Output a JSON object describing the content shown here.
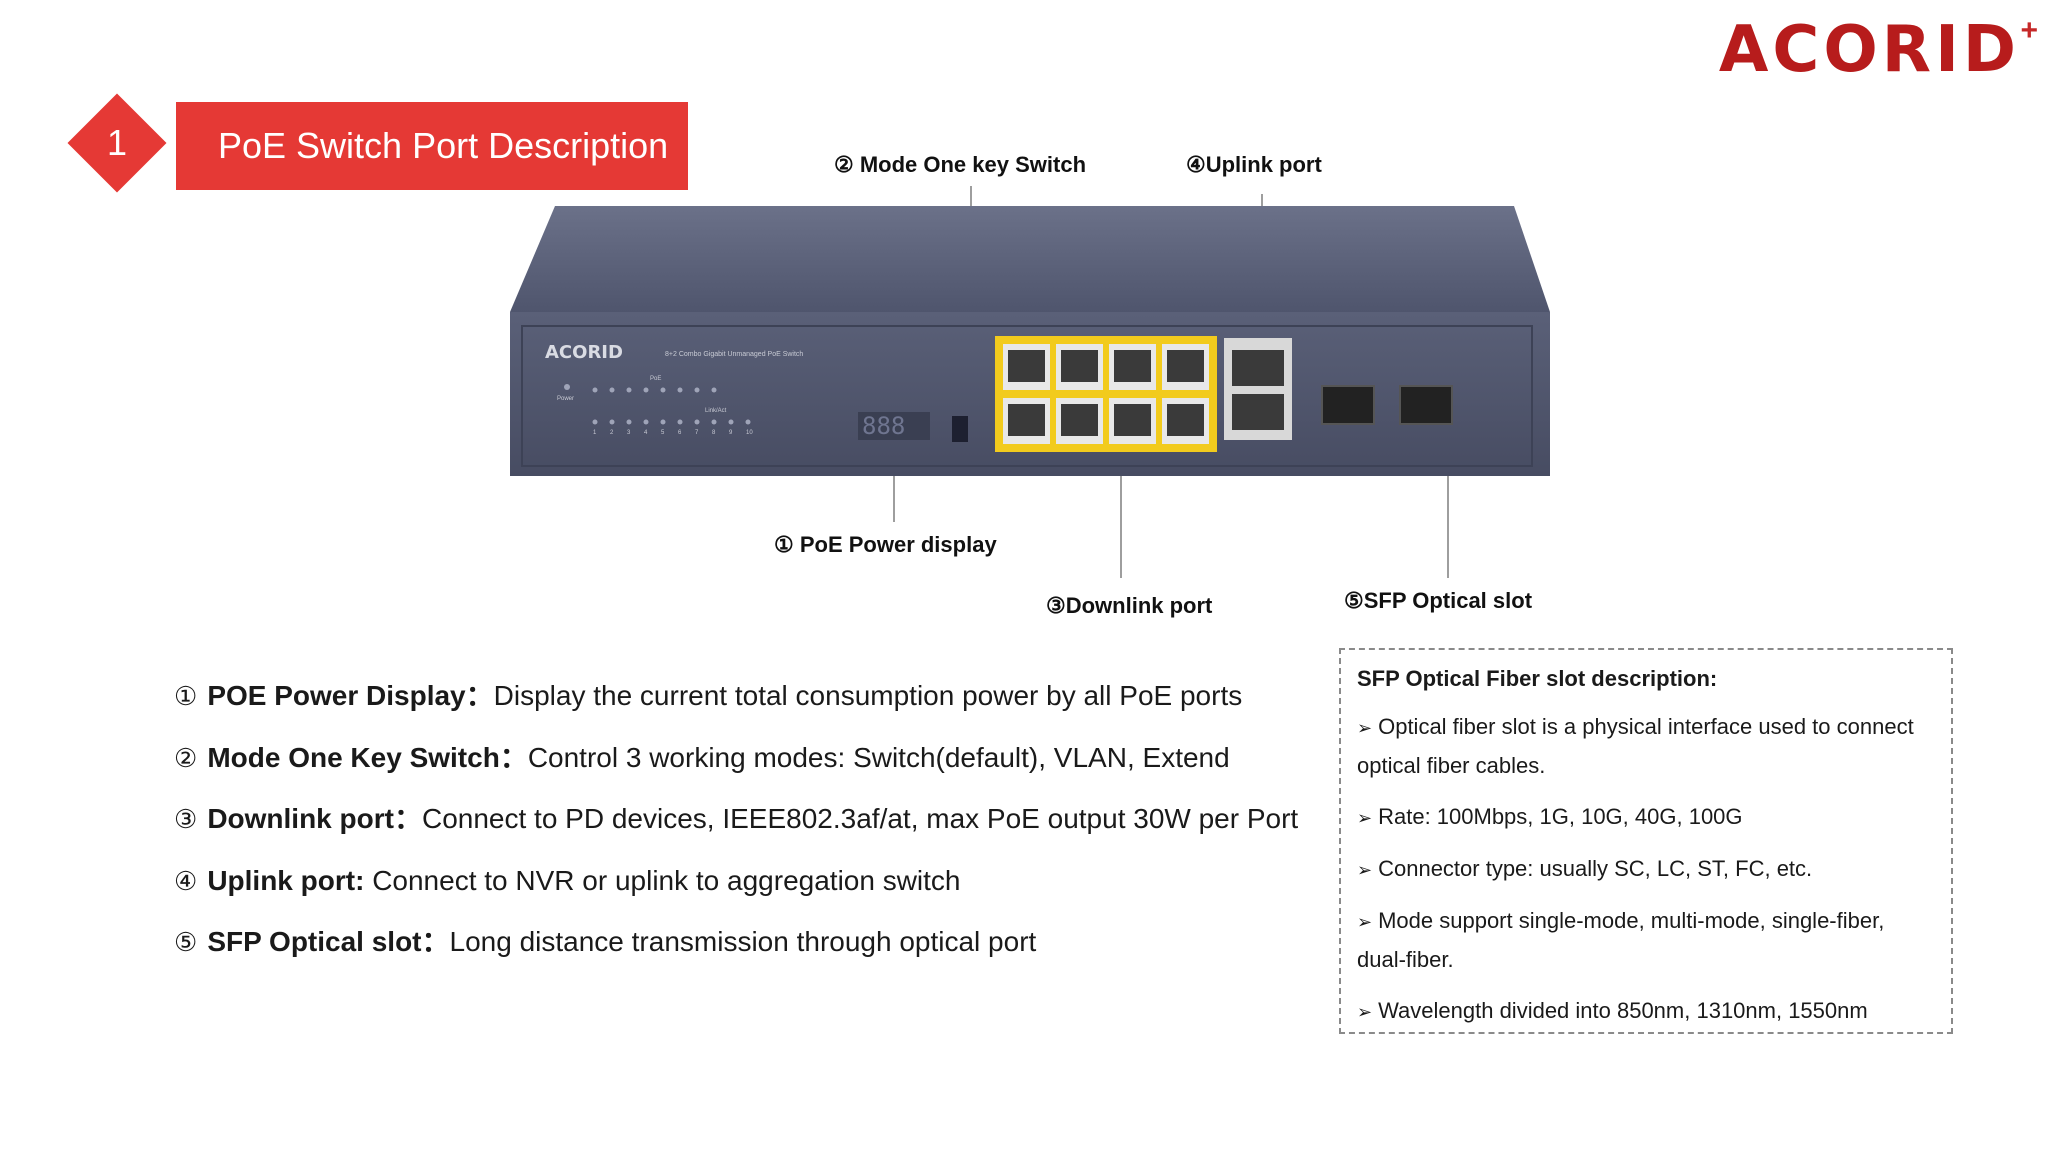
{
  "brand": {
    "logo": "ACORID",
    "logo_plus": "+",
    "accent": "#e53935",
    "logo_color": "#b71c1c"
  },
  "section": {
    "number": "1",
    "title": "PoE Switch Port Description"
  },
  "device": {
    "brand_label": "ACORID",
    "model_text": "8+2 Combo Gigabit Unmanaged PoE Switch",
    "poe_label": "PoE",
    "link_label": "Link/Act",
    "power_label": "Power",
    "display_digits": "888",
    "led_numbers": [
      "1",
      "2",
      "3",
      "4",
      "5",
      "6",
      "7",
      "8",
      "9",
      "10"
    ]
  },
  "callouts": {
    "mode_switch": "② Mode One key Switch",
    "uplink": "④Uplink port",
    "poe_display": "① PoE Power display",
    "downlink": "③Downlink port",
    "sfp": "⑤SFP Optical slot"
  },
  "descriptions": [
    {
      "num": "①",
      "term": "POE Power Display：",
      "text": "Display the current total consumption power by all PoE ports"
    },
    {
      "num": "②",
      "term": "Mode One Key Switch：",
      "text": "Control 3 working modes: Switch(default), VLAN, Extend"
    },
    {
      "num": "③",
      "term": "Downlink port：",
      "text": "Connect to PD devices, IEEE802.3af/at, max PoE output 30W per Port"
    },
    {
      "num": "④",
      "term": "Uplink port:",
      "text": "Connect to NVR or uplink to aggregation switch"
    },
    {
      "num": "⑤",
      "term": "SFP Optical slot：",
      "text": "Long distance transmission through optical port"
    }
  ],
  "sfp_box": {
    "title": "SFP Optical Fiber slot description:",
    "items": [
      "Optical fiber slot is a physical interface used to connect optical fiber cables.",
      "Rate: 100Mbps, 1G, 10G, 40G, 100G",
      "Connector type: usually SC, LC, ST, FC, etc.",
      "Mode support single-mode, multi-mode, single-fiber, dual-fiber.",
      "Wavelength divided into 850nm, 1310nm, 1550nm"
    ]
  }
}
